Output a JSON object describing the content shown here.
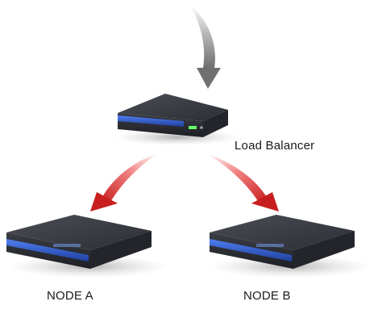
{
  "labels": {
    "load_balancer": "Load Balancer",
    "node_a": "NODE A",
    "node_b": "NODE B"
  },
  "colors": {
    "incoming_arrow": "#8a8a8a",
    "distribution_arrow": "#d42a2a",
    "device_body": "#2b2d33",
    "device_top": "#3b3e46",
    "device_front_accent": "#2a55c8"
  },
  "icons": {
    "load_balancer_device": "rack-server-icon",
    "node_a_device": "rack-server-icon",
    "node_b_device": "rack-server-icon"
  }
}
